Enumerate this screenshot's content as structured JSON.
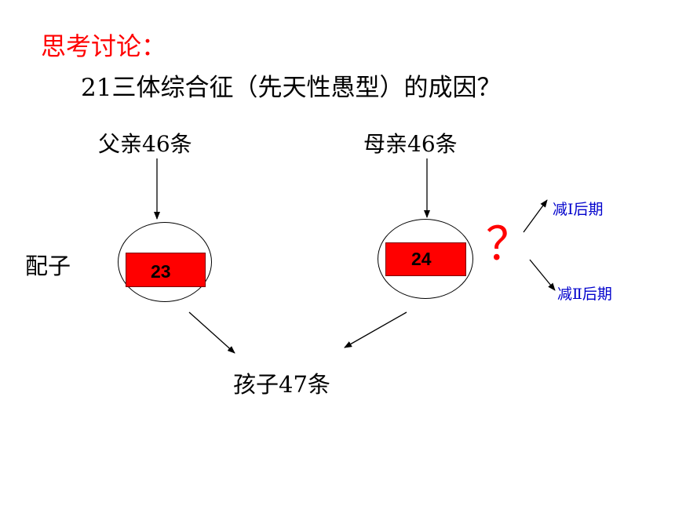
{
  "heading": "思考讨论：",
  "question": "21三体综合征（先天性愚型）的成因？",
  "father": "父亲46条",
  "mother": "母亲46条",
  "gamete_label": "配子",
  "gamete_left": "23",
  "gamete_right": "24",
  "child": "孩子47条",
  "question_mark": "？",
  "meiosis_1": "减Ⅰ后期",
  "meiosis_2": "减Ⅱ后期",
  "colors": {
    "heading": "#ff0000",
    "chromosome": "#ff0000",
    "meiosis_text": "#0000cc"
  }
}
